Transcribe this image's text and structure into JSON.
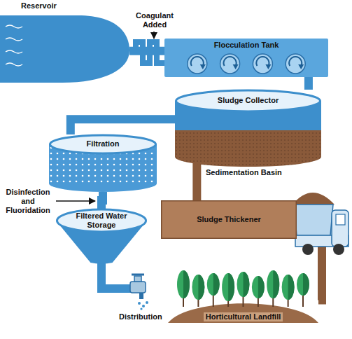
{
  "diagram": {
    "nodes": [
      {
        "text": [
          "Reservoir"
        ]
      },
      {
        "text": [
          "Flocculation Tank"
        ]
      },
      {
        "text": [
          "Sludge Collector",
          "Sedimentation Basin"
        ]
      },
      {
        "text": [
          "Filtration"
        ]
      },
      {
        "text": [
          "Filtered Water Storage"
        ]
      },
      {
        "text": [
          "Sludge Thickener"
        ]
      },
      {
        "text": [
          "Horticultural Landfill"
        ]
      }
    ],
    "edges": [
      {
        "from": 0,
        "to": 1,
        "arrow": "none"
      },
      {
        "from": 1,
        "to": 2,
        "arrow": "none"
      },
      {
        "from": 2,
        "to": 3,
        "arrow": "none"
      },
      {
        "from": 3,
        "to": 4,
        "arrow": "none"
      },
      {
        "from": 2,
        "to": 5,
        "arrow": "none"
      },
      {
        "from": 5,
        "to": 6,
        "arrow": "none"
      }
    ],
    "labels": [
      "Coagulant Added",
      "Disinfection and Fluoridation",
      "Distribution"
    ]
  }
}
